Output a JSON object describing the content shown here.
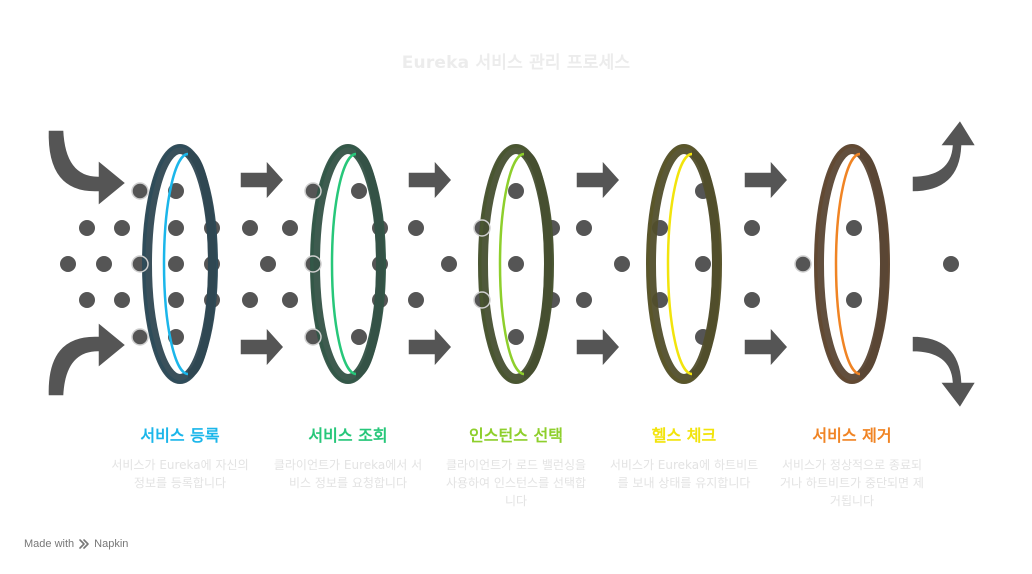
{
  "title": "Eureka 서비스 관리 프로세스",
  "stages": [
    {
      "label": "서비스 등록",
      "description": "서비스가 Eureka에 자신의 정보를 등록합니다",
      "color": "#1bb6ea",
      "fill": "#2f4752"
    },
    {
      "label": "서비스 조회",
      "description": "클라이언트가 Eureka에서 서비스 정보를 요청합니다",
      "color": "#27c77a",
      "fill": "#345246"
    },
    {
      "label": "인스턴스 선택",
      "description": "클라이언트가 로드 밸런싱을 사용하여 인스턴스를 선택합니다",
      "color": "#8ecf2c",
      "fill": "#464f30"
    },
    {
      "label": "헬스 체크",
      "description": "서비스가 Eureka에 하트비트를 보내 상태를 유지합니다",
      "color": "#f2e40c",
      "fill": "#514e2b"
    },
    {
      "label": "서비스 제거",
      "description": "서비스가 정상적으로 종료되거나 하트비트가 중단되면 제거됩니다",
      "color": "#f08424",
      "fill": "#5a4634"
    }
  ],
  "footer": {
    "made_with": "Made with",
    "brand": "Napkin"
  },
  "colors": {
    "arrow": "#555555",
    "dot": "#555555",
    "background": "#ffffff"
  }
}
